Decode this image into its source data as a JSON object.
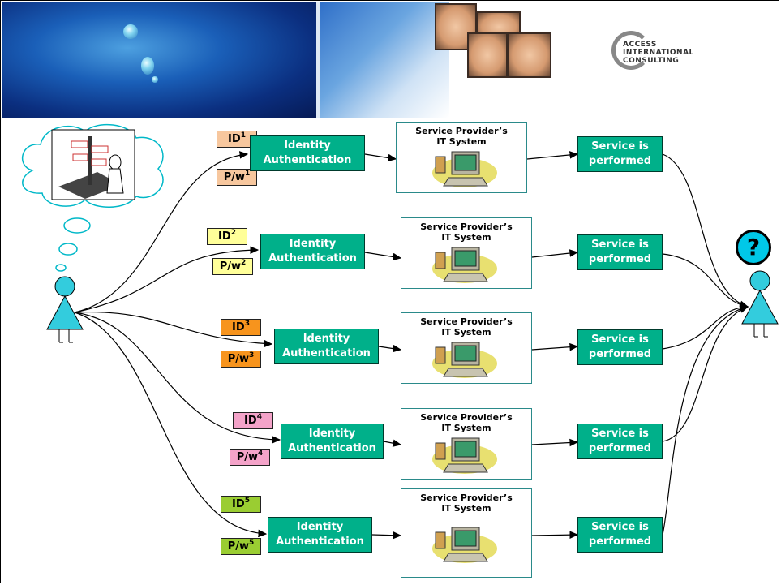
{
  "header": {
    "logo_lines": [
      "ACCESS",
      "INTERNATIONAL",
      "CONSULTING"
    ]
  },
  "flows": [
    {
      "id_label": "ID",
      "pw_label": "P/w",
      "index": "1",
      "tag_color": "#f7c79e",
      "auth_label": "Identity\nAuthentication",
      "sp_title": "Service Provider’s\nIT System",
      "service_label": "Service is\nperformed"
    },
    {
      "id_label": "ID",
      "pw_label": "P/w",
      "index": "2",
      "tag_color": "#ffff99",
      "auth_label": "Identity\nAuthentication",
      "sp_title": "Service Provider’s\nIT System",
      "service_label": "Service is\nperformed"
    },
    {
      "id_label": "ID",
      "pw_label": "P/w",
      "index": "3",
      "tag_color": "#f7941d",
      "auth_label": "Identity\nAuthentication",
      "sp_title": "Service Provider’s\nIT System",
      "service_label": "Service is\nperformed"
    },
    {
      "id_label": "ID",
      "pw_label": "P/w",
      "index": "4",
      "tag_color": "#f4a3c9",
      "auth_label": "Identity\nAuthentication",
      "sp_title": "Service Provider’s\nIT System",
      "service_label": "Service is\nperformed"
    },
    {
      "id_label": "ID",
      "pw_label": "P/w",
      "index": "5",
      "tag_color": "#9acd32",
      "auth_label": "Identity\nAuthentication",
      "sp_title": "Service Provider’s\nIT System",
      "service_label": "Service is\nperformed"
    }
  ],
  "colors": {
    "box_fill": "#00b08a",
    "person_fill": "#33ccdd"
  },
  "icons": {
    "question": "?"
  }
}
